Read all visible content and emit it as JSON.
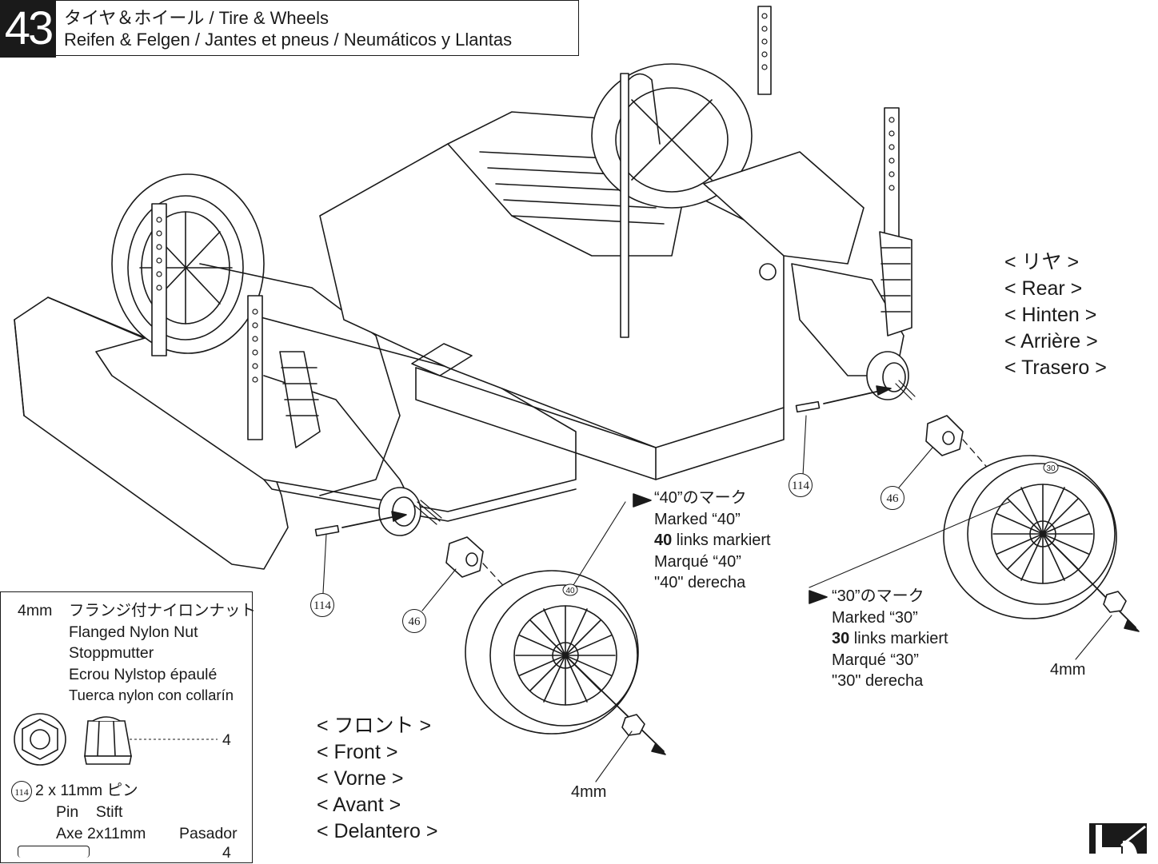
{
  "header": {
    "step_number": "43",
    "title_line1": "タイヤ＆ホイール / Tire & Wheels",
    "title_line2": "Reifen & Felgen / Jantes et pneus / Neumáticos y Llantas"
  },
  "rear_labels": [
    "< リヤ >",
    "< Rear >",
    "< Hinten >",
    "< Arrière >",
    "< Trasero >"
  ],
  "front_labels": [
    "< フロント >",
    "< Front >",
    "< Vorne >",
    "< Avant >",
    "< Delantero >"
  ],
  "marked_40": {
    "jp": "“40”のマーク",
    "en": "Marked “40”",
    "de_num": "40",
    "de_text": " links markiert",
    "fr": "Marqué “40”",
    "es": "\"40\" derecha"
  },
  "marked_30": {
    "jp": "“30”のマーク",
    "en": "Marked “30”",
    "de_num": "30",
    "de_text": " links markiert",
    "fr": "Marqué “30”",
    "es": "\"30\" derecha"
  },
  "callouts": {
    "pin_front": "114",
    "pin_rear": "114",
    "nut_front": "46",
    "nut_rear": "46",
    "wheel_front_mark": "40",
    "wheel_rear_mark": "30"
  },
  "tool_front": "4mm",
  "tool_rear": "4mm",
  "parts_box": {
    "nut_size": "4mm",
    "nut_name_jp": "フランジ付ナイロンナット",
    "nut_name_en": "Flanged Nylon Nut",
    "nut_name_de": "Stoppmutter",
    "nut_name_fr": "Ecrou Nylstop épaulé",
    "nut_name_es": "Tuerca nylon con collarín",
    "nut_qty": "4",
    "pin_number": "114",
    "pin_size_jp": "2 x 11mm  ピン",
    "pin_name_en_de": "Pin    Stift",
    "pin_name_fr": "Axe 2x11mm",
    "pin_name_es": "Pasador",
    "pin_qty": "4"
  },
  "colors": {
    "ink": "#1a1a1a",
    "background": "#ffffff"
  }
}
